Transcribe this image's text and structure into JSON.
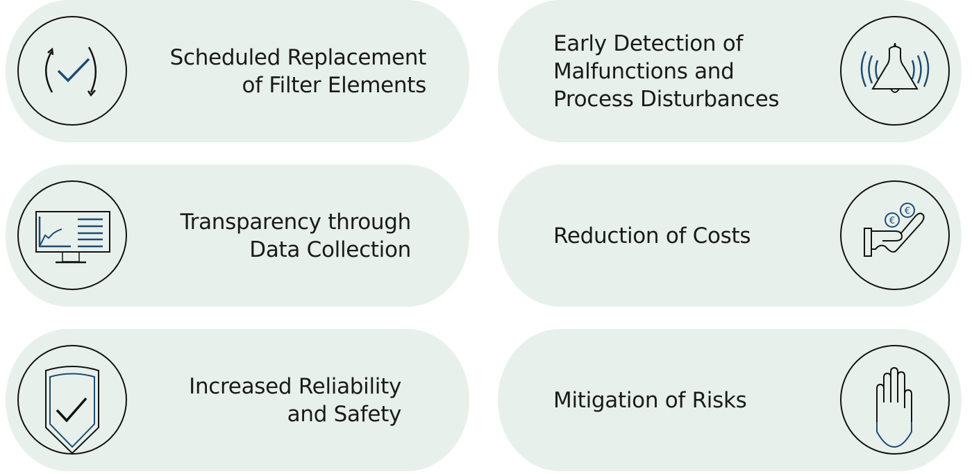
{
  "colors": {
    "pill_background": "#e8f0ec",
    "icon_stroke": "#111111",
    "icon_accent": "#1d4b72",
    "text": "#1a1a1a"
  },
  "benefits": [
    {
      "id": "scheduled-replacement",
      "icon": "refresh-check-icon",
      "lines": [
        "Scheduled Replacement",
        "of Filter Elements"
      ]
    },
    {
      "id": "early-detection",
      "icon": "ringing-bell-icon",
      "lines": [
        "Early Detection of",
        "Malfunctions and",
        "Process Disturbances"
      ]
    },
    {
      "id": "transparency",
      "icon": "monitor-chart-icon",
      "lines": [
        "Transparency through",
        "Data Collection"
      ]
    },
    {
      "id": "cost-reduction",
      "icon": "hand-euro-coins-icon",
      "lines": [
        "Reduction of Costs"
      ]
    },
    {
      "id": "reliability-safety",
      "icon": "shield-check-icon",
      "lines": [
        "Increased Reliability",
        "and Safety"
      ]
    },
    {
      "id": "risk-mitigation",
      "icon": "stop-hand-icon",
      "lines": [
        "Mitigation of Risks"
      ]
    }
  ]
}
